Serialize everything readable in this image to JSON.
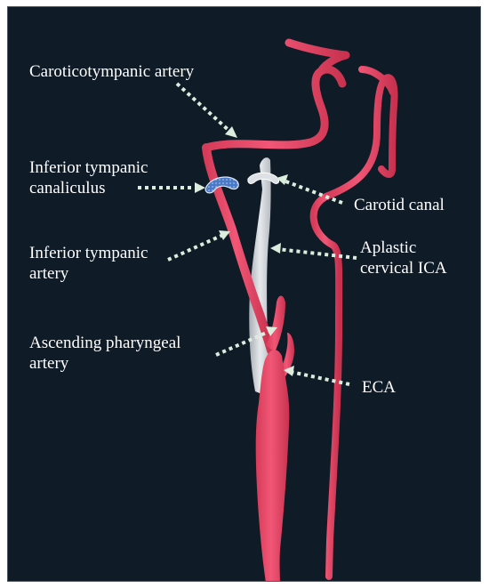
{
  "labels": {
    "caroticotympanic_artery": "Caroticotympanic artery",
    "inferior_tympanic_canaliculus": "Inferior tympanic\ncanaliculus",
    "carotid_canal": "Carotid canal",
    "inferior_tympanic_artery": "Inferior tympanic\nartery",
    "aplastic_cervical_ica": "Aplastic\ncervical ICA",
    "ascending_pharyngeal_artery": "Ascending pharyngeal\nartery",
    "eca": "ECA"
  },
  "colors": {
    "background": "#0f1b27",
    "artery": "#ea4b6a",
    "aplastic_ica": "#cfd3d8",
    "canaliculus": "#4a79c6",
    "arrow": "#dcecdd",
    "text": "#ffffff"
  }
}
